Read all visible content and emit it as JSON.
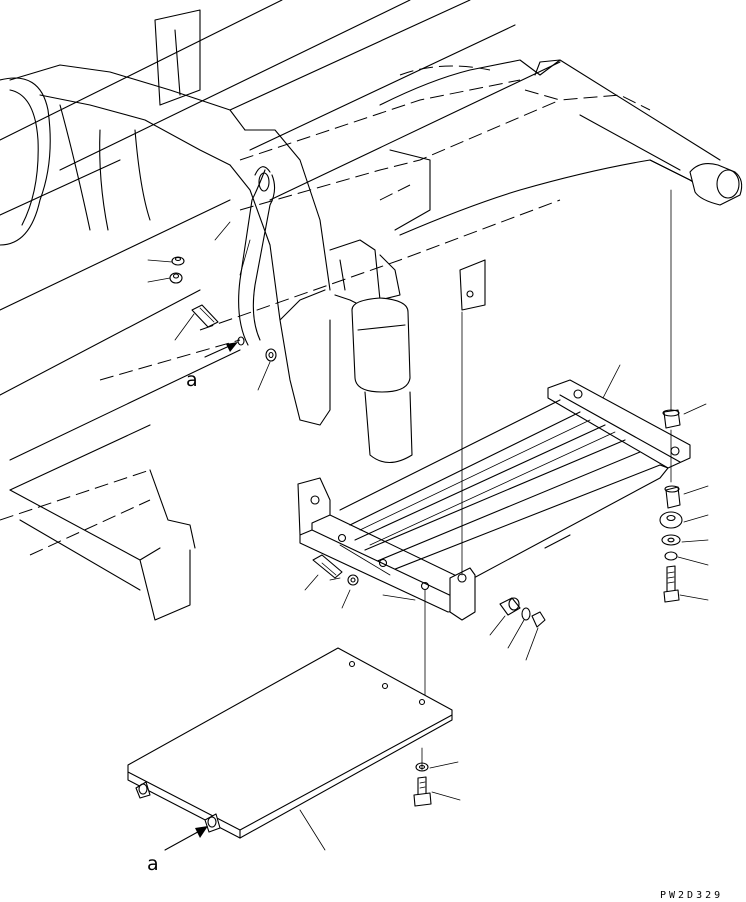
{
  "view_marker_top": "a",
  "view_marker_bottom": "a",
  "drawing_code": "PW2D329"
}
